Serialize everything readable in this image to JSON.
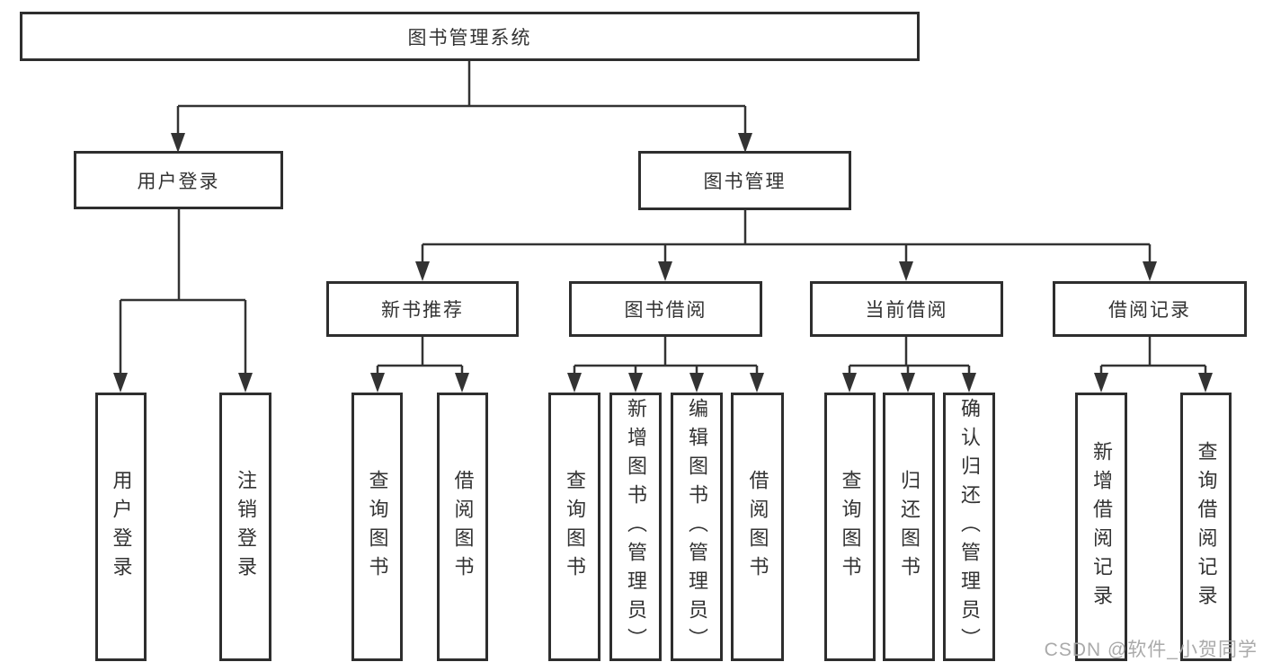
{
  "diagram": {
    "root": "图书管理系统",
    "branches": [
      {
        "label": "用户登录",
        "children": [
          "用户登录",
          "注销登录"
        ]
      },
      {
        "label": "图书管理",
        "children": [
          {
            "label": "新书推荐",
            "children": [
              "查询图书",
              "借阅图书"
            ]
          },
          {
            "label": "图书借阅",
            "children": [
              "查询图书",
              "新增图书（管理员）",
              "编辑图书（管理员）",
              "借阅图书"
            ]
          },
          {
            "label": "当前借阅",
            "children": [
              "查询图书",
              "归还图书",
              "确认归还（管理员）"
            ]
          },
          {
            "label": "借阅记录",
            "children": [
              "新增借阅记录",
              "查询借阅记录"
            ]
          }
        ]
      }
    ]
  },
  "watermark": {
    "text": "CSDN @软件_小贺同学"
  },
  "colors": {
    "line": "#333333",
    "box_border": "#2e2e2e",
    "text": "#333333",
    "background": "#ffffff",
    "watermark": "#a5a5a5"
  }
}
